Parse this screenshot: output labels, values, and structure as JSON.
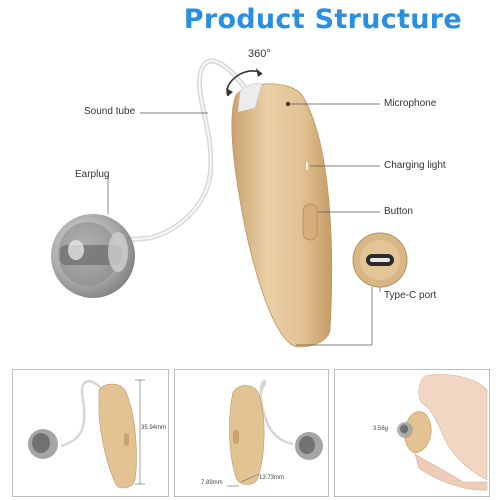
{
  "title": "Product Structure",
  "rotation_label": "360°",
  "labels": {
    "sound_tube": "Sound tube",
    "earplug": "Earplug",
    "microphone": "Microphone",
    "charging_light": "Charging light",
    "button": "Button",
    "type_c_port": "Type-C port"
  },
  "dimensions": {
    "height": "35.94mm",
    "depth": "7.89mm",
    "width": "13.73mm",
    "weight": "3.56g"
  },
  "colors": {
    "title": "#2a8fe0",
    "body": "#e6c799",
    "body_shade": "#cfa874",
    "tube": "#e8e8e8"
  }
}
